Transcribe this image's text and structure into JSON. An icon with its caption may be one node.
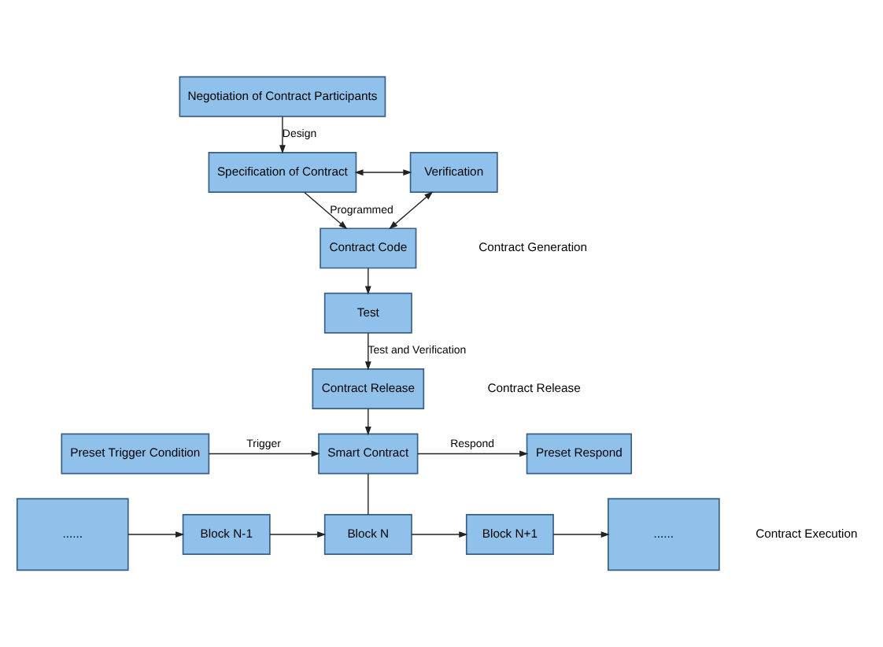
{
  "diagram": {
    "nodes": [
      {
        "text": [
          "Negotiation of Contract Participants"
        ]
      },
      {
        "text": [
          "Specification of Contract"
        ]
      },
      {
        "text": [
          "Verification"
        ]
      },
      {
        "text": [
          "Contract Code"
        ]
      },
      {
        "text": [
          "Test"
        ]
      },
      {
        "text": [
          "Contract Release"
        ]
      },
      {
        "text": [
          "Preset Trigger Condition"
        ]
      },
      {
        "text": [
          "Smart Contract"
        ]
      },
      {
        "text": [
          "Preset Respond"
        ]
      },
      {
        "text": [
          "......"
        ]
      },
      {
        "text": [
          "Block N-1"
        ]
      },
      {
        "text": [
          "Block N"
        ]
      },
      {
        "text": [
          "Block N+1"
        ]
      },
      {
        "text": [
          "......"
        ]
      }
    ],
    "edges": [
      {
        "from": 0,
        "to": 1,
        "arrow": "to",
        "label": "Design"
      },
      {
        "from": 1,
        "to": 2,
        "arrow": "both"
      },
      {
        "from": 1,
        "to": 3,
        "arrow": "to",
        "label": "Programmed"
      },
      {
        "from": 3,
        "to": 2,
        "arrow": "both"
      },
      {
        "from": 3,
        "to": 4,
        "arrow": "to"
      },
      {
        "from": 4,
        "to": 5,
        "arrow": "to",
        "label": "Test and Verification"
      },
      {
        "from": 5,
        "to": 7,
        "arrow": "to"
      },
      {
        "from": 6,
        "to": 7,
        "arrow": "to",
        "label": "Trigger"
      },
      {
        "from": 7,
        "to": 8,
        "arrow": "to",
        "label": "Respond"
      },
      {
        "from": 7,
        "to": 11,
        "arrow": "none"
      },
      {
        "from": 9,
        "to": 10,
        "arrow": "to"
      },
      {
        "from": 10,
        "to": 11,
        "arrow": "to"
      },
      {
        "from": 11,
        "to": 12,
        "arrow": "to"
      },
      {
        "from": 12,
        "to": 13,
        "arrow": "to"
      }
    ],
    "labels": [
      "Contract Generation",
      "Contract Release",
      "Contract Execution"
    ]
  }
}
